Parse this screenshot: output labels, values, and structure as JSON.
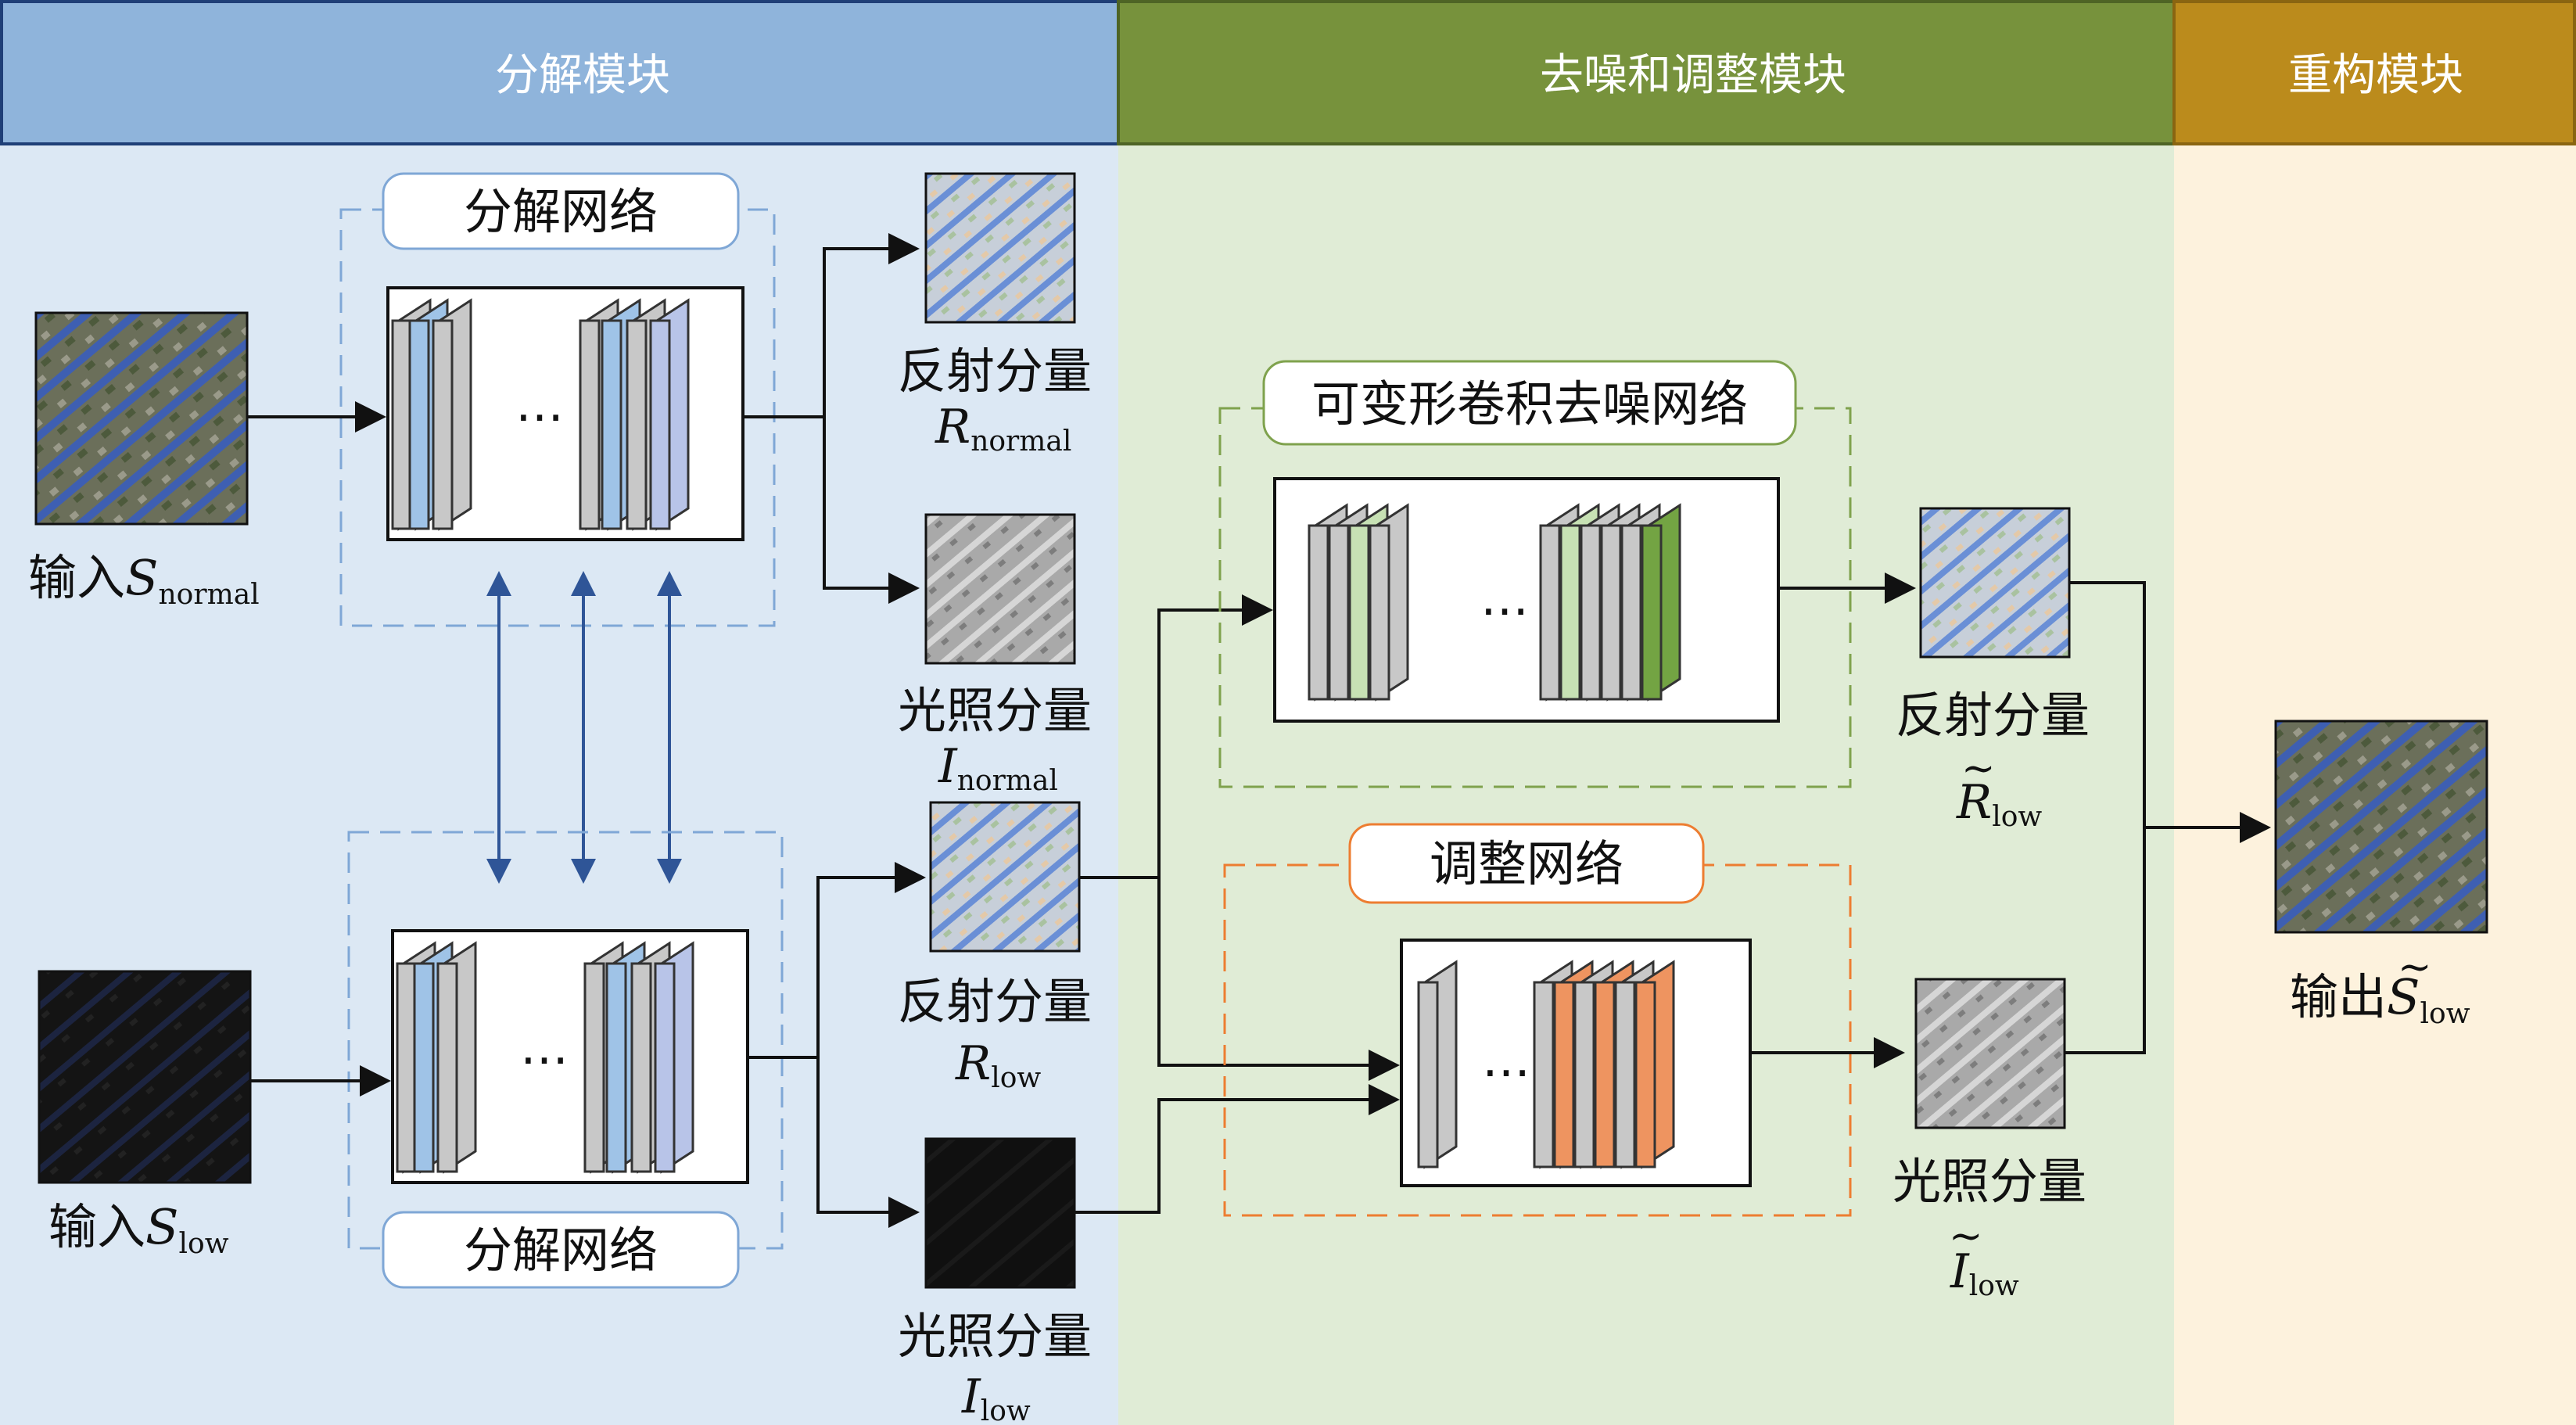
{
  "header": {
    "decomposition_module": "分解模块",
    "denoise_adjust_module": "去噪和调整模块",
    "reconstruction_module": "重构模块"
  },
  "colors": {
    "decomposition_header": "#8fb4db",
    "decomposition_bg": "#dce8f4",
    "denoise_header": "#77923c",
    "denoise_bg": "#e0ecd6",
    "reconstruct_header": "#bb8b1c",
    "reconstruct_bg": "#fdf2dd",
    "layer_blue": "#9fc3e7",
    "layer_gray": "#c8c8c8",
    "layer_lavender": "#b8c4e8",
    "layer_green_light": "#c7e1b4",
    "layer_green_dark": "#73a443",
    "layer_orange": "#ee9460",
    "bidir_arrow": "#2f5597"
  },
  "decomposition": {
    "network_label_top": "分解网络",
    "network_label_bottom": "分解网络",
    "input_normal_prefix": "输入",
    "input_normal_var": "S",
    "input_normal_sub": "normal",
    "input_low_prefix": "输入",
    "input_low_var": "S",
    "input_low_sub": "low",
    "r_normal_label": "反射分量",
    "r_normal_var": "R",
    "r_normal_sub": "normal",
    "i_normal_label": "光照分量",
    "i_normal_var": "I",
    "i_normal_sub": "normal",
    "r_low_label": "反射分量",
    "r_low_var": "R",
    "r_low_sub": "low",
    "i_low_label": "光照分量",
    "i_low_var": "I",
    "i_low_sub": "low",
    "ellipsis": "…"
  },
  "denoise": {
    "denoise_network_label": "可变形卷积去噪网络",
    "adjust_network_label": "调整网络",
    "r_out_label": "反射分量",
    "r_out_var": "R",
    "r_out_sub": "low",
    "i_out_label": "光照分量",
    "i_out_var": "I",
    "i_out_sub": "low",
    "ellipsis": "…",
    "tilde": "~"
  },
  "reconstruction": {
    "output_prefix": "输出",
    "output_var": "S",
    "output_sub": "low",
    "tilde": "~"
  }
}
